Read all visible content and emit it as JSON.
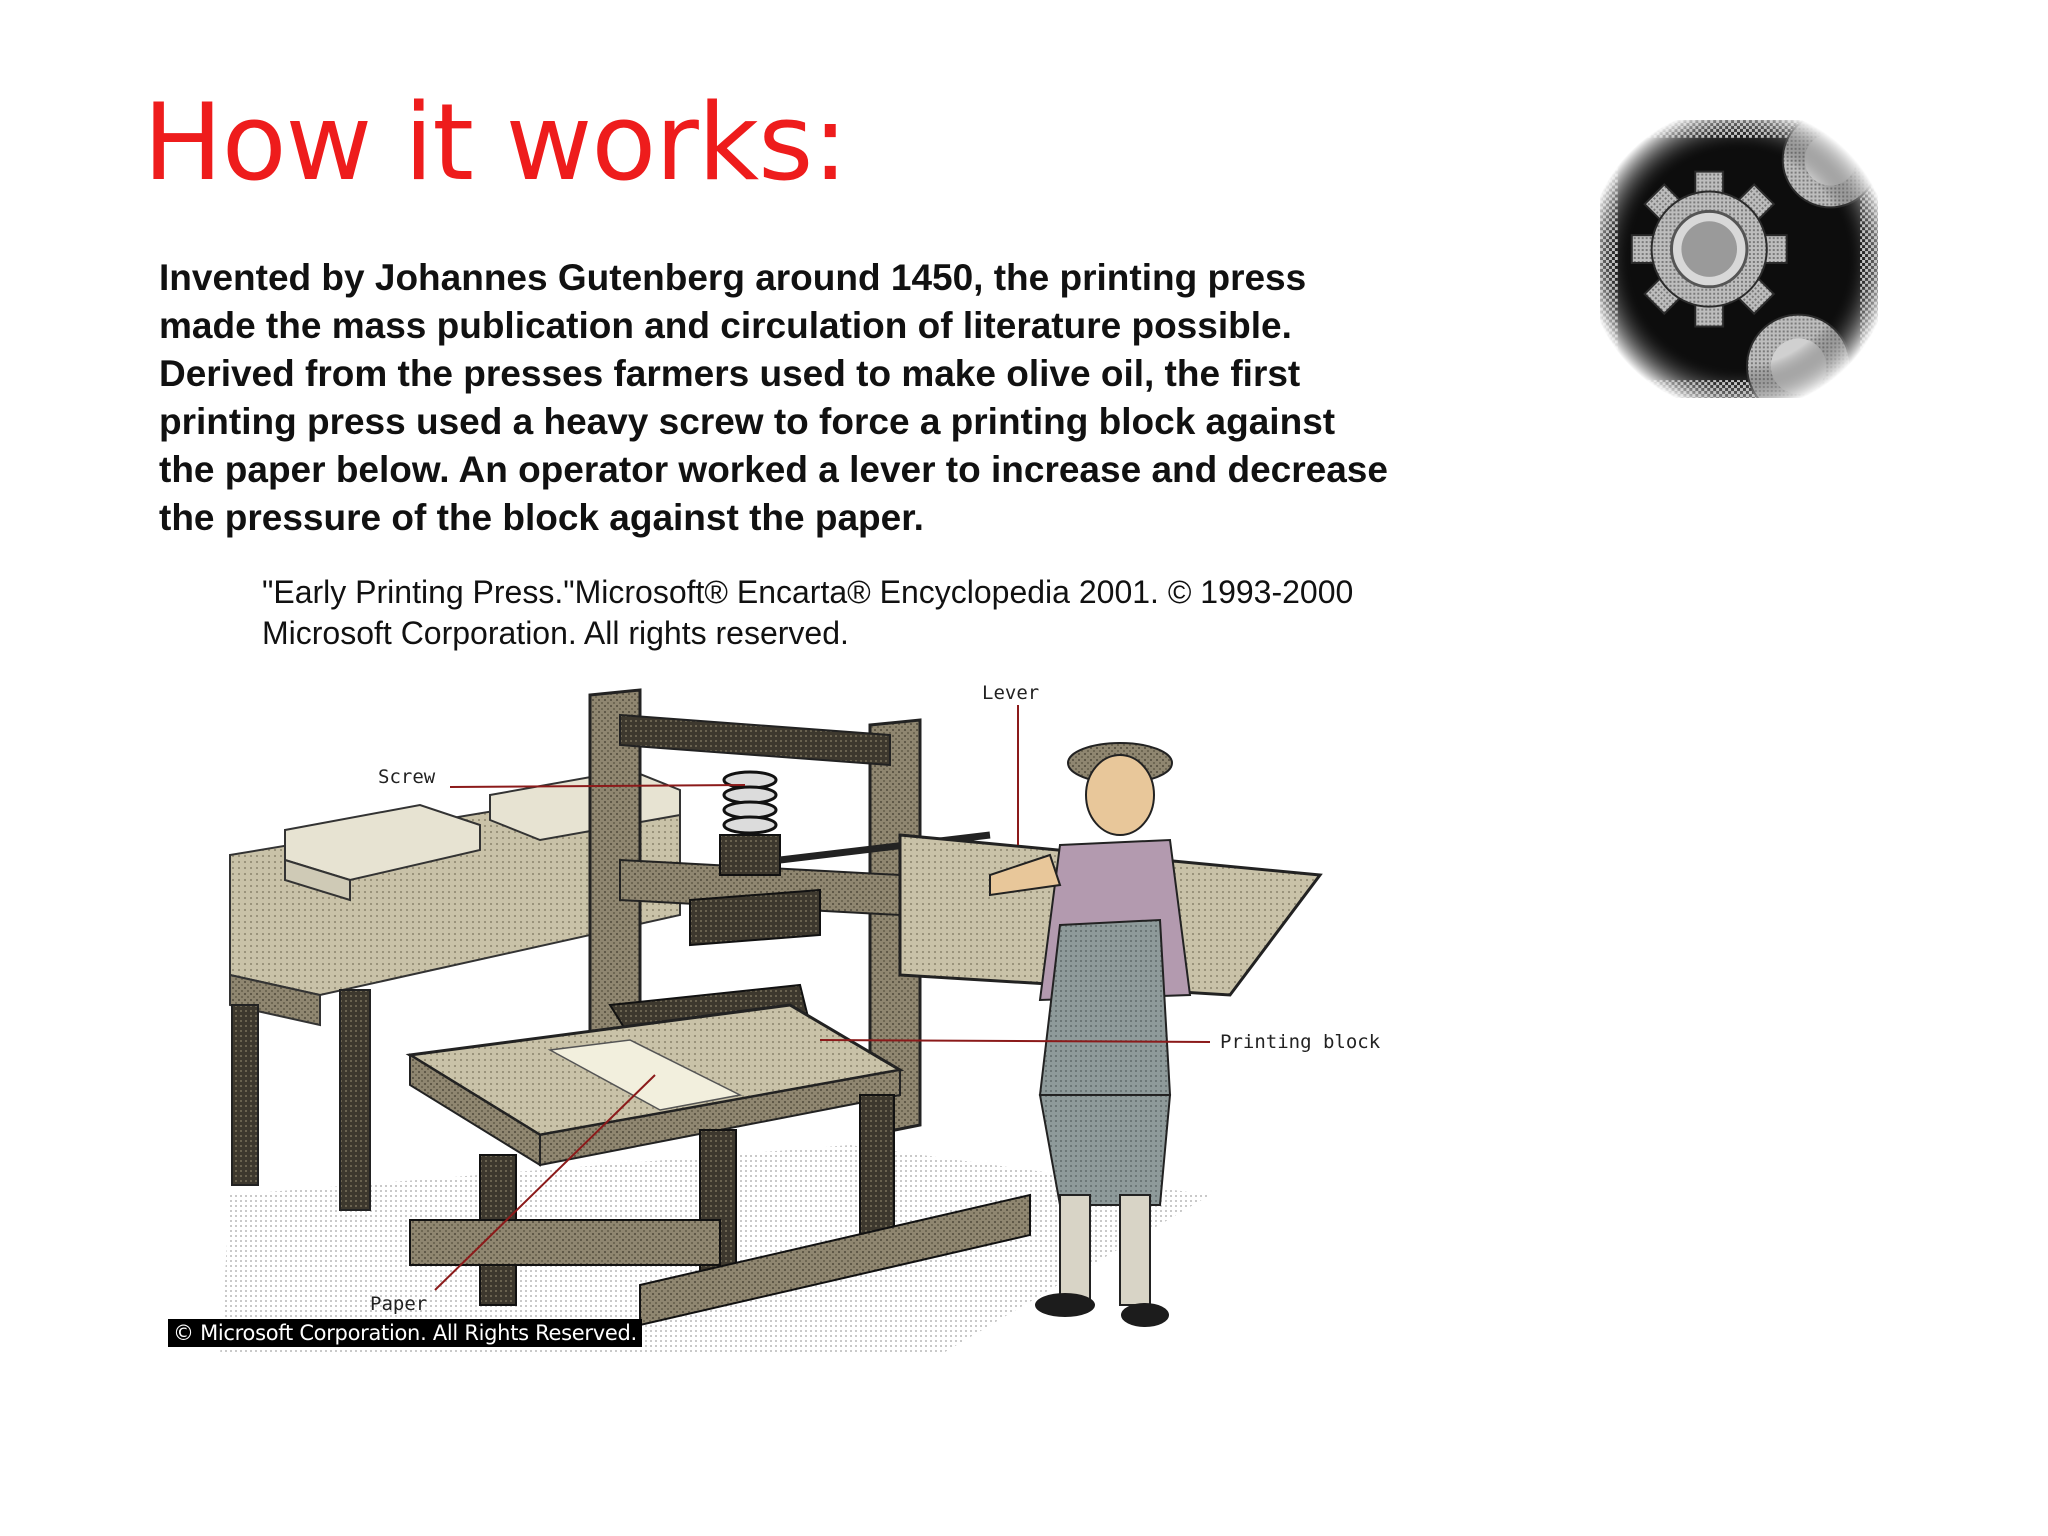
{
  "slide": {
    "title": "How it works:",
    "body_lines": [
      "Invented by Johannes Gutenberg around 1450, the printing press",
      "made the mass publication and circulation of literature possible.",
      "Derived from the presses farmers used to make olive oil, the first",
      "printing press used a heavy screw to force a printing block against",
      "the paper below. An operator worked a lever to increase and decrease",
      "the pressure of the block against the paper."
    ],
    "citation_lines": [
      "\"Early Printing Press.\"Microsoft® Encarta® Encyclopedia 2001. © 1993-2000",
      "Microsoft Corporation. All rights reserved."
    ],
    "title_color": "#ee1c1c"
  },
  "illustration": {
    "labels": {
      "screw": "Screw",
      "lever": "Lever",
      "printing_block": "Printing block",
      "paper": "Paper"
    },
    "copyright": "© Microsoft Corporation. All Rights Reserved."
  },
  "icons": {
    "gears": "gears-icon"
  }
}
